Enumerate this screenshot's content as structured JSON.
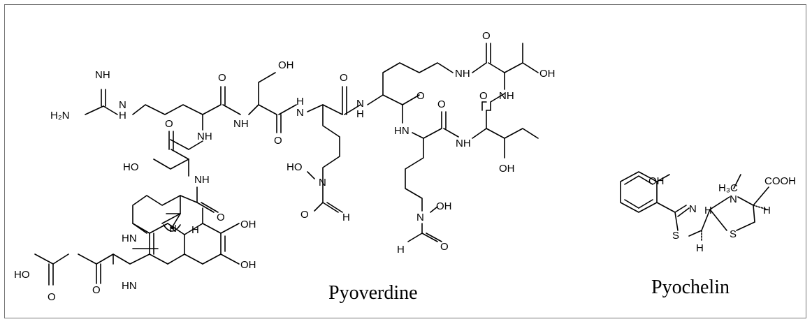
{
  "captions": {
    "pyoverdine": "Pyoverdine",
    "pyochelin": "Pyochelin"
  },
  "atoms": {
    "pyoverdine": {
      "nh": "NH",
      "h2n": "H₂N",
      "h": "H",
      "n": "N",
      "o": "O",
      "oh": "OH",
      "ho": "HO",
      "ho_hydroxamate": "HO",
      "hn": "HN",
      "chromophore_h": "H",
      "formyl_h": "H"
    },
    "pyochelin": {
      "oh": "OH",
      "h3c": "H₃C",
      "n": "N",
      "cooh": "COOH",
      "h": "H",
      "s": "S"
    }
  }
}
